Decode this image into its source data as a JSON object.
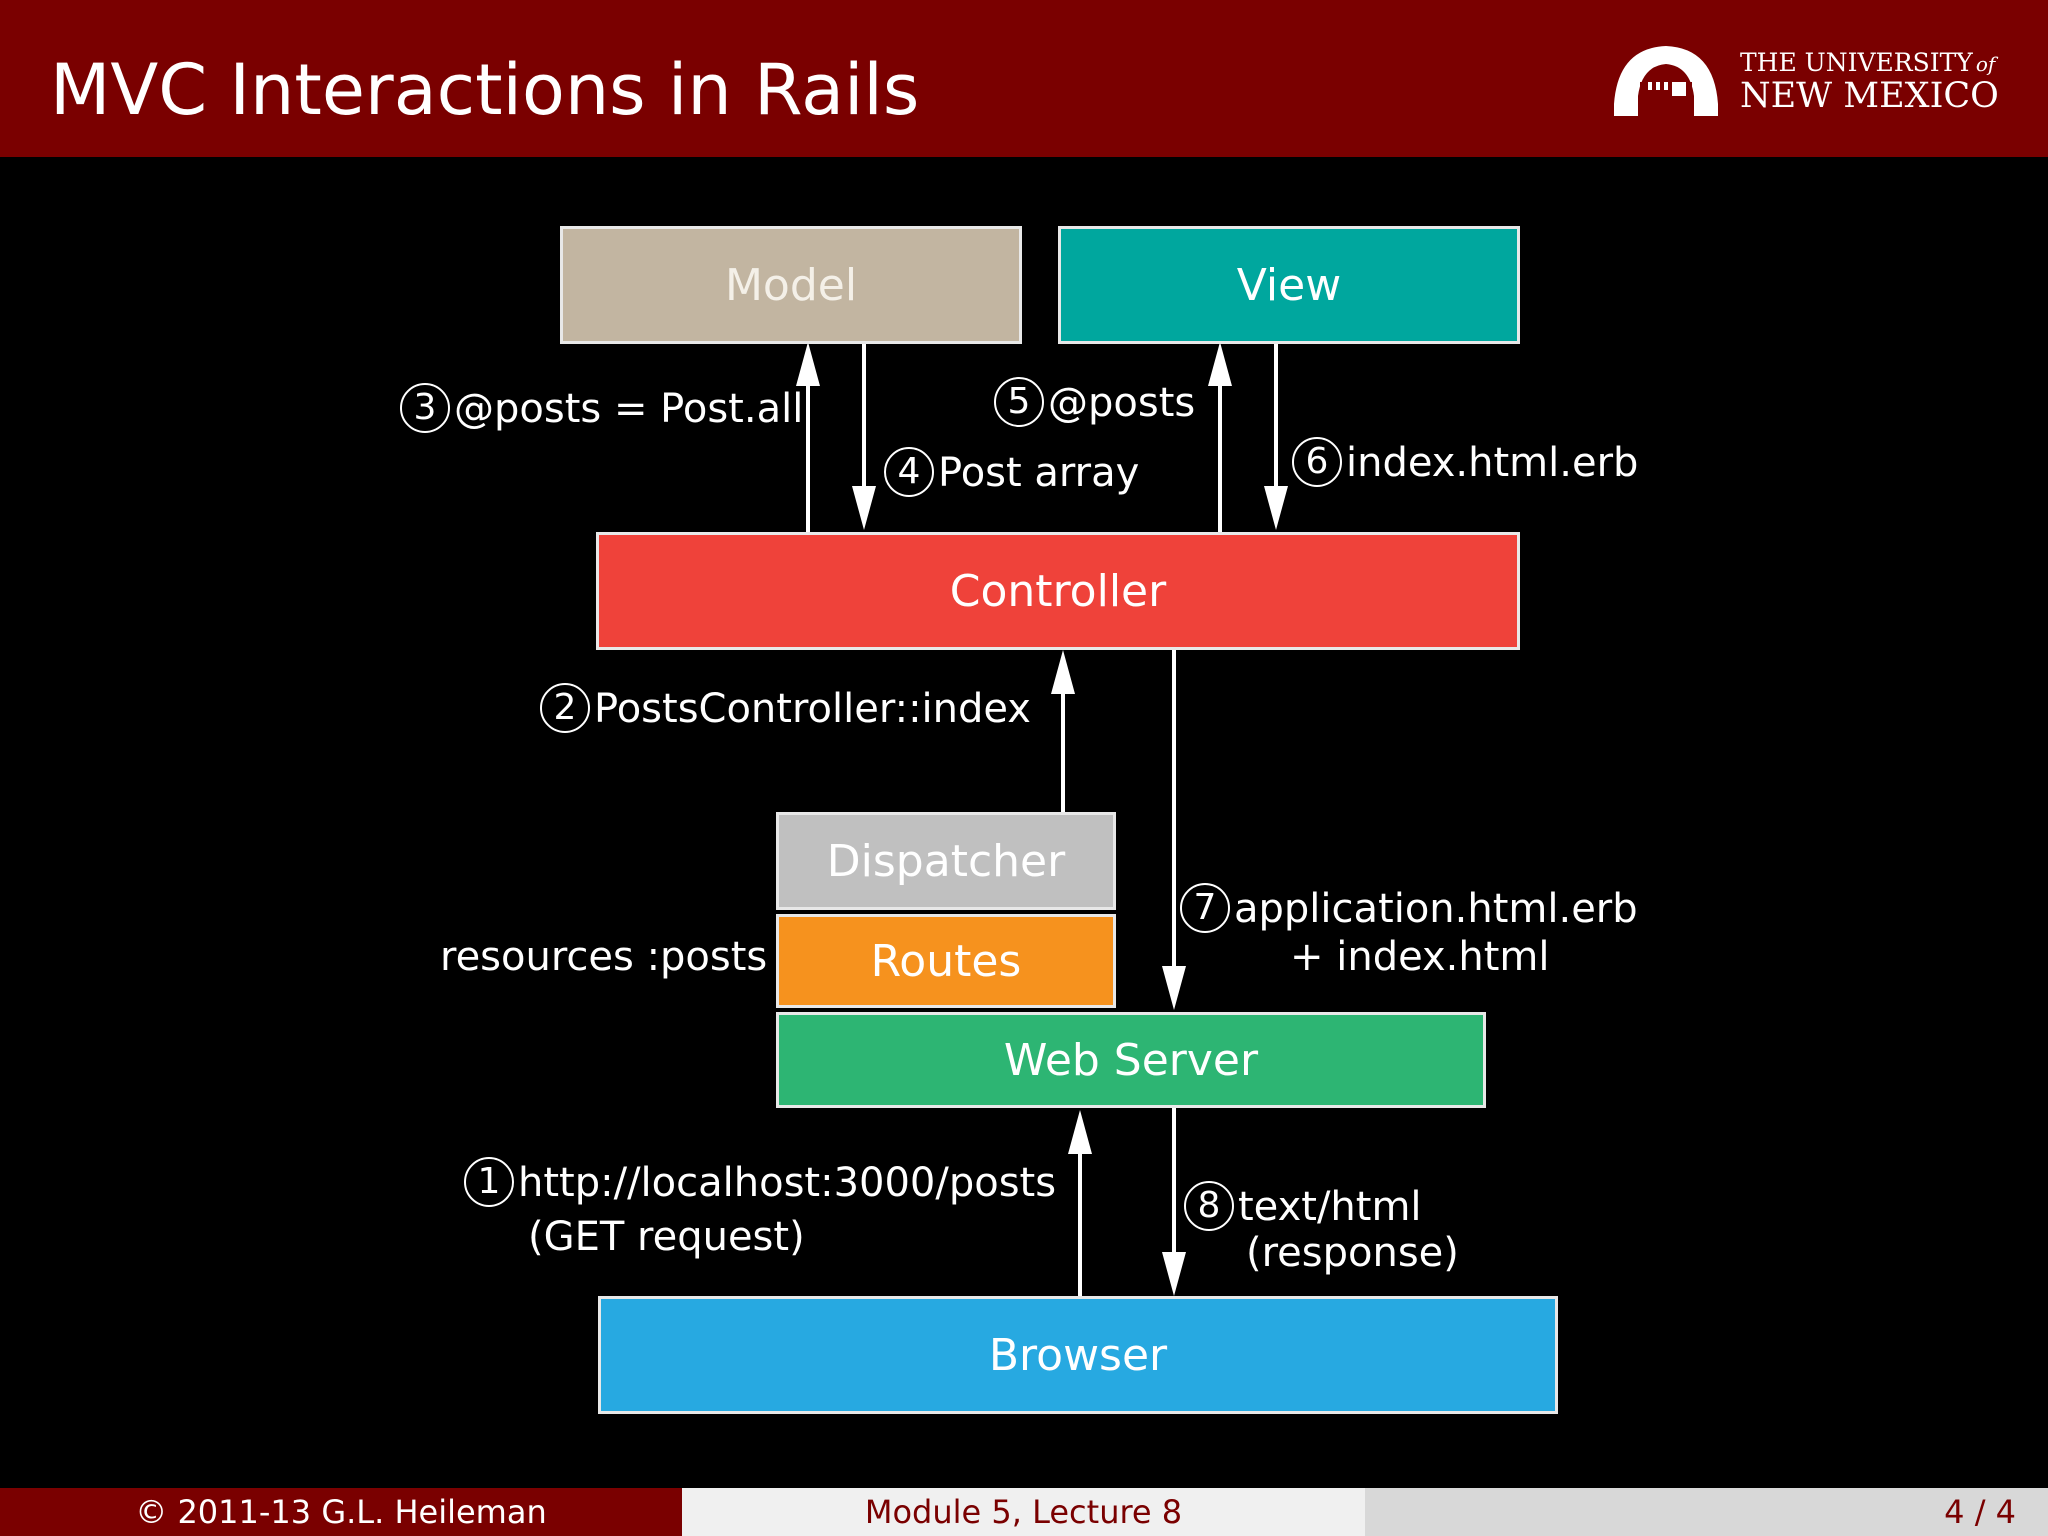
{
  "slide": {
    "title": "MVC Interactions in Rails",
    "logo": {
      "line1": "THE UNIVERSITY",
      "line1_suffix": "of",
      "line2": "NEW MEXICO"
    }
  },
  "diagram": {
    "boxes": {
      "model": "Model",
      "view": "View",
      "controller": "Controller",
      "dispatcher": "Dispatcher",
      "routes": "Routes",
      "web_server": "Web Server",
      "browser": "Browser"
    },
    "labels": {
      "step1_num": "1",
      "step1_line1": "http://localhost:3000/posts",
      "step1_line2": "(GET request)",
      "step2_num": "2",
      "step2": "PostsController::index",
      "step3_num": "3",
      "step3": "@posts = Post.all",
      "step4_num": "4",
      "step4": "Post array",
      "step5_num": "5",
      "step5": "@posts",
      "step6_num": "6",
      "step6": "index.html.erb",
      "step7_num": "7",
      "step7_line1": "application.html.erb",
      "step7_line2": "+ index.html",
      "step8_num": "8",
      "step8_line1": "text/html",
      "step8_line2": "(response)",
      "routes_note": "resources :posts"
    },
    "colors": {
      "model": "#c2b5a1",
      "view": "#00a79e",
      "controller": "#ef423a",
      "dispatcher": "#c0c0c0",
      "routes": "#f6921e",
      "web_server": "#2db573",
      "browser": "#27a9e1"
    }
  },
  "footer": {
    "copyright": "© 2011-13 G.L. Heileman",
    "module": "Module 5, Lecture 8",
    "page": "4 / 4",
    "colors": {
      "left": "#7a0000",
      "center": "#f0f0f0",
      "right": "#d8d8d8"
    }
  }
}
